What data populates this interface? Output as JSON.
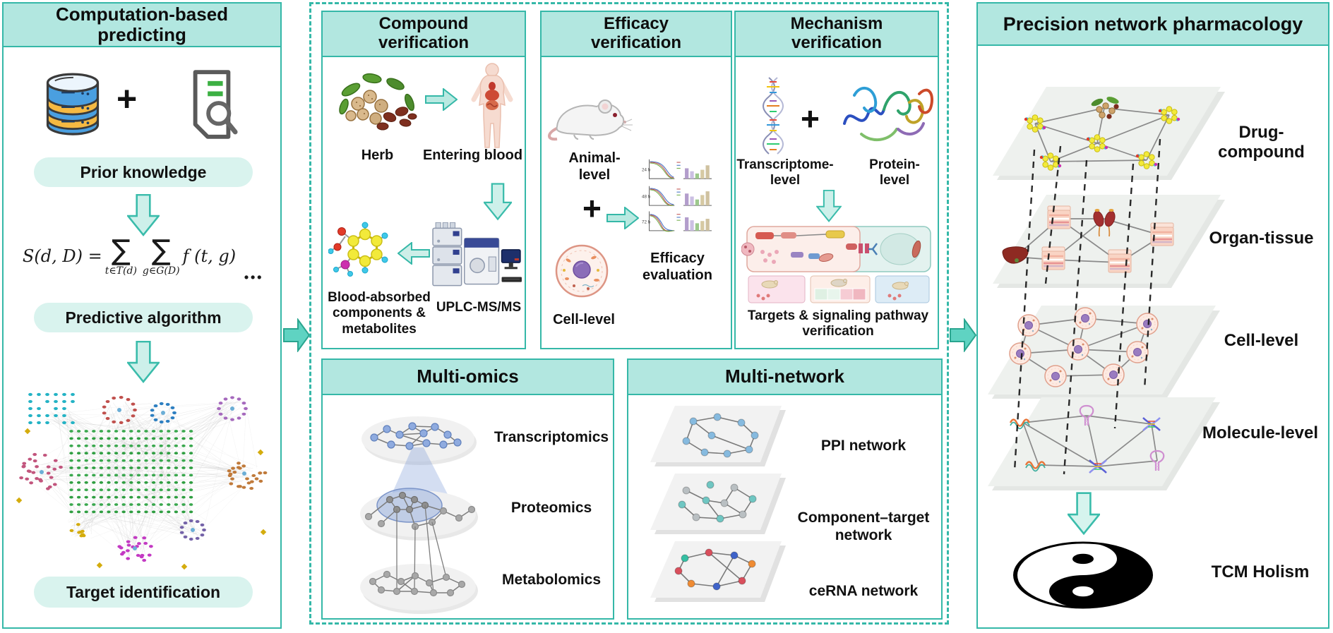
{
  "left_panel": {
    "title": "Computation-based predicting",
    "plus": "+",
    "prior_knowledge_label": "Prior knowledge",
    "formula": {
      "lhs": "S(d, D) =",
      "sigma1": "∑",
      "sigma1_sub": "t∈T(d)",
      "sigma2": "∑",
      "sigma2_sub": "g∈G(D)",
      "rhs": "f (t, g)",
      "dots": "…"
    },
    "predictive_algorithm_label": "Predictive algorithm",
    "target_identification_label": "Target identification"
  },
  "verification": {
    "compound": {
      "title": "Compound verification",
      "herb_label": "Herb",
      "entering_blood_label": "Entering blood",
      "blood_absorbed_label": "Blood-absorbed components & metabolites",
      "uplc_label": "UPLC-MS/MS"
    },
    "efficacy": {
      "title": "Efficacy verification",
      "animal_label": "Animal-level",
      "plus": "+",
      "cell_label": "Cell-level",
      "evaluation_label": "Efficacy evaluation",
      "chart_rows": [
        "24 h",
        "48 h",
        "72 h"
      ]
    },
    "mechanism": {
      "title": "Mechanism verification",
      "transcriptome_label": "Transcriptome-level",
      "plus": "+",
      "protein_label": "Protein-level",
      "caption": "Targets & signaling pathway verification"
    }
  },
  "multiomics": {
    "title": "Multi-omics",
    "layers": [
      "Transcriptomics",
      "Proteomics",
      "Metabolomics"
    ]
  },
  "multinetwork": {
    "title": "Multi-network",
    "layers": [
      "PPI network",
      "Component–target network",
      "ceRNA network"
    ]
  },
  "right_panel": {
    "title": "Precision network pharmacology",
    "layers": [
      "Drug-compound",
      "Organ-tissue",
      "Cell-level",
      "Molecule-level"
    ],
    "holism_label": "TCM Holism"
  },
  "colors": {
    "accent_teal": "#35b8a8",
    "header_bg": "#b2e7e0",
    "pill_bg": "#d9f3ee",
    "arrow_fill": "#5fd3c2"
  }
}
